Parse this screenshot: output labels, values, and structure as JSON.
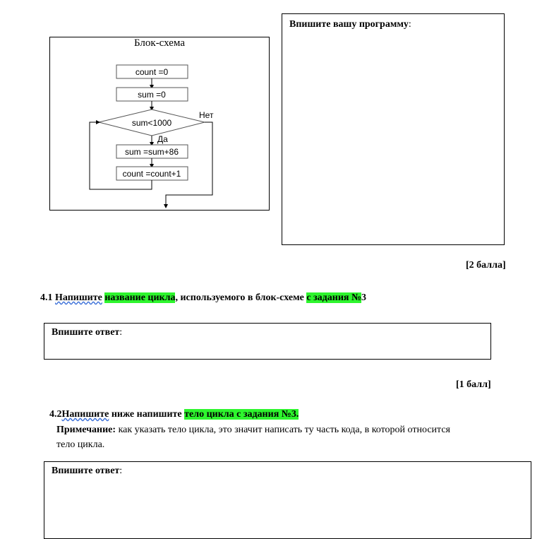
{
  "flowchart": {
    "title": "Блок-схема",
    "blocks": [
      "count =0",
      "sum =0",
      "sum<1000",
      "sum =sum+86",
      "count =count+1"
    ],
    "no_label": "Нет",
    "yes_label": "Да"
  },
  "program_box": {
    "label_bold": "Впишите вашу программу",
    "label_colon": ":"
  },
  "points_1": "[2 балла]",
  "q41": {
    "number": "4.1 ",
    "word1": "Напишите",
    "space1": " ",
    "hl1": "название цикла",
    "mid": ", используемого в блок-схеме ",
    "hl2": "с задания №",
    "tail": "3"
  },
  "answer1": {
    "label_bold": "Впишите ответ",
    "label_colon": ":"
  },
  "points_2": "[1 балл]",
  "q42": {
    "number": "4.2",
    "word1": "Напишите",
    "mid": " ниже напишите ",
    "hl": "тело цикла с задания  №3."
  },
  "note": {
    "label": "Примечание:",
    "text1": " как указать тело цикла, это значит написать ту часть кода, в которой относится",
    "text2": "тело цикла."
  },
  "answer2": {
    "label_bold": "Впишите ответ",
    "label_colon": ":"
  }
}
